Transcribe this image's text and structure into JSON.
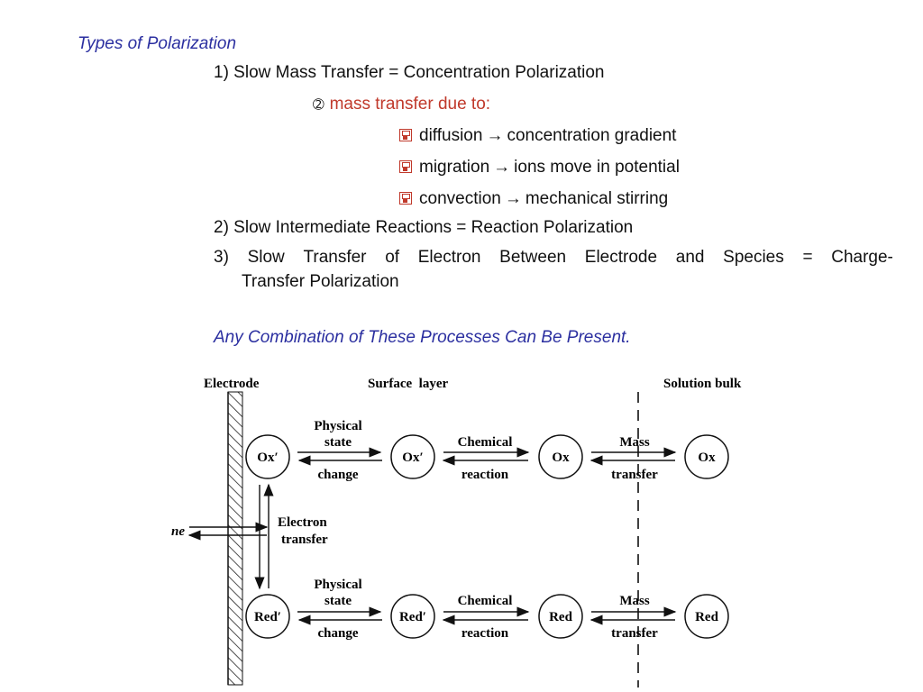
{
  "slide": {
    "title": "Types of Polarization",
    "item1": "1) Slow Mass Transfer = Concentration Polarization",
    "sub_marker": "➁",
    "sub_heading": "mass transfer due to:",
    "bullets": [
      {
        "left": "diffusion",
        "right": "concentration gradient"
      },
      {
        "left": "migration",
        "right": "ions move in potential"
      },
      {
        "left": "convection",
        "right": "mechanical stirring"
      }
    ],
    "item2": "2)  Slow Intermediate Reactions = Reaction Polarization",
    "item3_words": [
      "3)",
      "Slow",
      "Transfer",
      "of",
      "Electron",
      "Between",
      "Electrode",
      "and",
      "Species",
      "=",
      "Charge-"
    ],
    "item3_line2": "Transfer Polarization",
    "conclusion": "Any Combination of These Processes Can Be Present.",
    "colors": {
      "title": "#2b2fa0",
      "subheading": "#c0392b",
      "bullet_icon": "#c0392b"
    },
    "bullet_icon": "floppy-disk-icon",
    "arrow_glyph": "→"
  },
  "diagram": {
    "headers": {
      "electrode": "Electrode",
      "surface": "Surface  layer",
      "bulk": "Solution bulk"
    },
    "ox_prime": "Ox′",
    "red_prime": "Red′",
    "ox": "Ox",
    "red": "Red",
    "physical_line1": "Physical",
    "physical_line2": "state",
    "physical_line3": "change",
    "chemical_line1": "Chemical",
    "chemical_line2": "reaction",
    "mass_line1": "Mass",
    "mass_line2": "transfer",
    "electron_line1": "Electron",
    "electron_line2": "transfer",
    "ne": "ne"
  }
}
